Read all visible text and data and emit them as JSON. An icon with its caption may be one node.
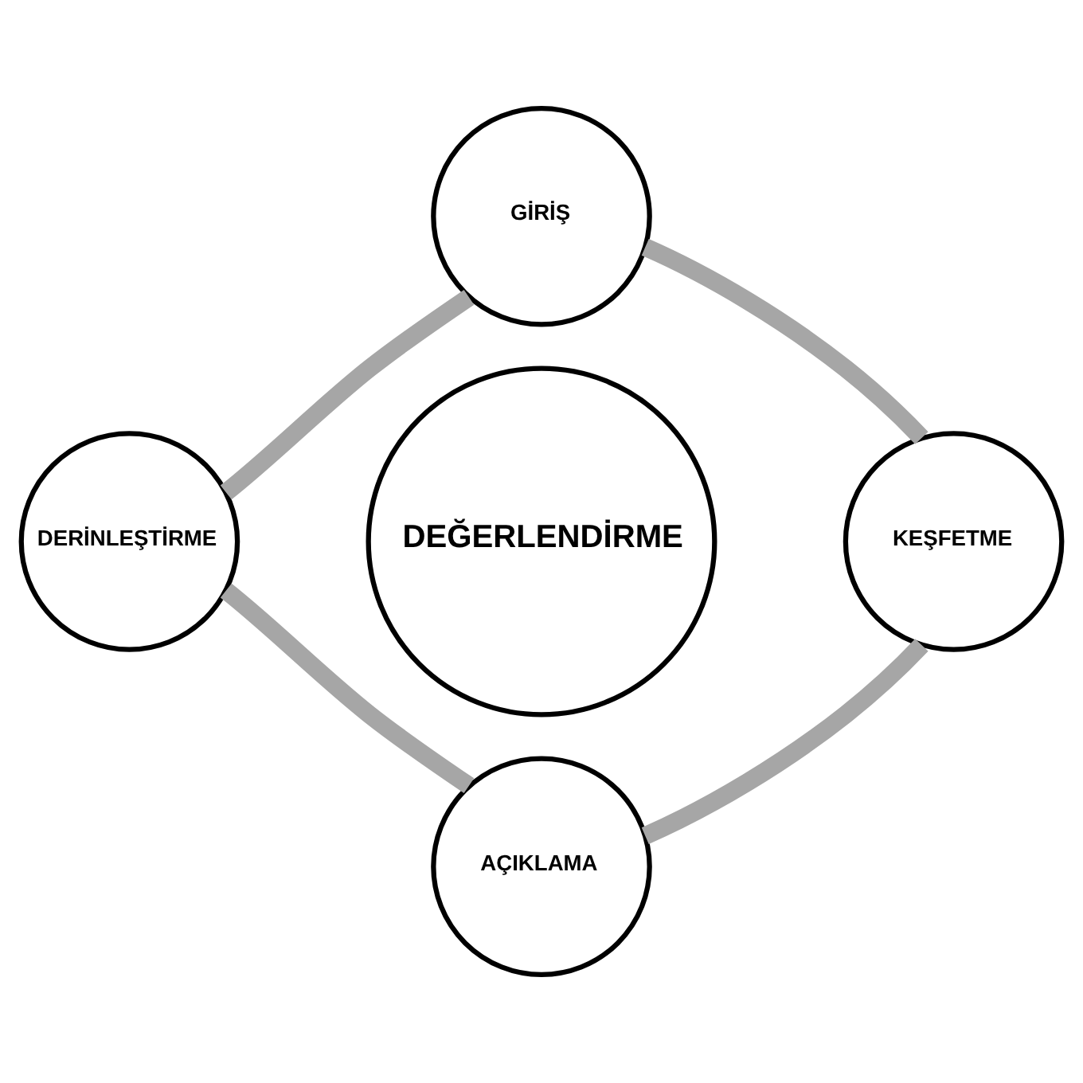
{
  "diagram": {
    "nodes": [
      {
        "text": [
          "DEĞERLENDİRME"
        ]
      },
      {
        "text": [
          "GİRİŞ"
        ]
      },
      {
        "text": [
          "KEŞFETME"
        ]
      },
      {
        "text": [
          "AÇIKLAMA"
        ]
      },
      {
        "text": [
          "DERİNLEŞTİRME"
        ]
      }
    ],
    "edges": [
      {
        "from": 1,
        "to": 2,
        "arrow": "none"
      },
      {
        "from": 2,
        "to": 3,
        "arrow": "none"
      },
      {
        "from": 3,
        "to": 4,
        "arrow": "none"
      },
      {
        "from": 4,
        "to": 1,
        "arrow": "none"
      }
    ]
  }
}
